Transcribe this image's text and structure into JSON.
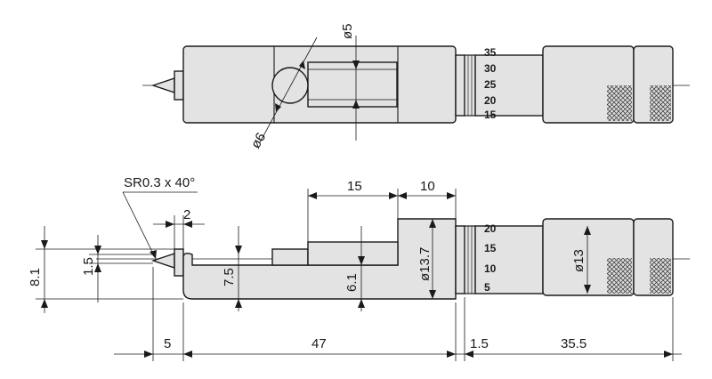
{
  "top_view": {
    "dia_slot": "ø5",
    "dia_ball": "ø6",
    "thimble_scale": [
      "35",
      "30",
      "25",
      "20",
      "15"
    ]
  },
  "side_view": {
    "tip_radius": "SR0.3 x 40°",
    "dim_2": "2",
    "dim_15": "15",
    "dim_10": "10",
    "dim_8_1": "8.1",
    "dim_1_5_v": "1.5",
    "dim_7_5": "7.5",
    "dim_6_1": "6.1",
    "dia_13_7": "ø13.7",
    "dia_13": "ø13",
    "thimble_scale": [
      "20",
      "15",
      "10",
      "5"
    ],
    "dim_5": "5",
    "dim_47": "47",
    "dim_1_5_h": "1.5",
    "dim_35_5": "35.5"
  }
}
